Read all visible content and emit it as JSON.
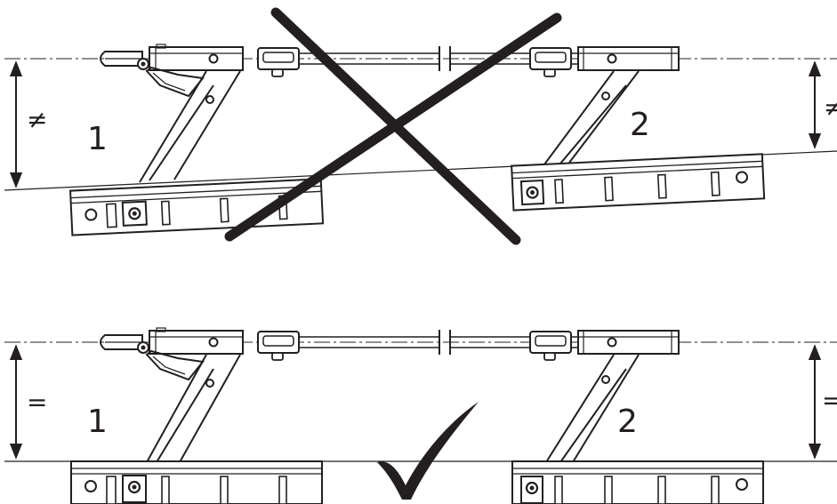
{
  "incorrect_panel": {
    "left_number": "1",
    "right_number": "2",
    "left_dimension_symbol": "≠",
    "right_dimension_symbol": "≠",
    "status": "incorrect",
    "status_mark": "cross-mark-icon"
  },
  "correct_panel": {
    "left_number": "1",
    "right_number": "2",
    "left_dimension_symbol": "=",
    "right_dimension_symbol": "=",
    "status": "correct",
    "status_mark": "check-mark-icon"
  },
  "colors": {
    "ink": "#231f20",
    "background": "#ffffff"
  }
}
